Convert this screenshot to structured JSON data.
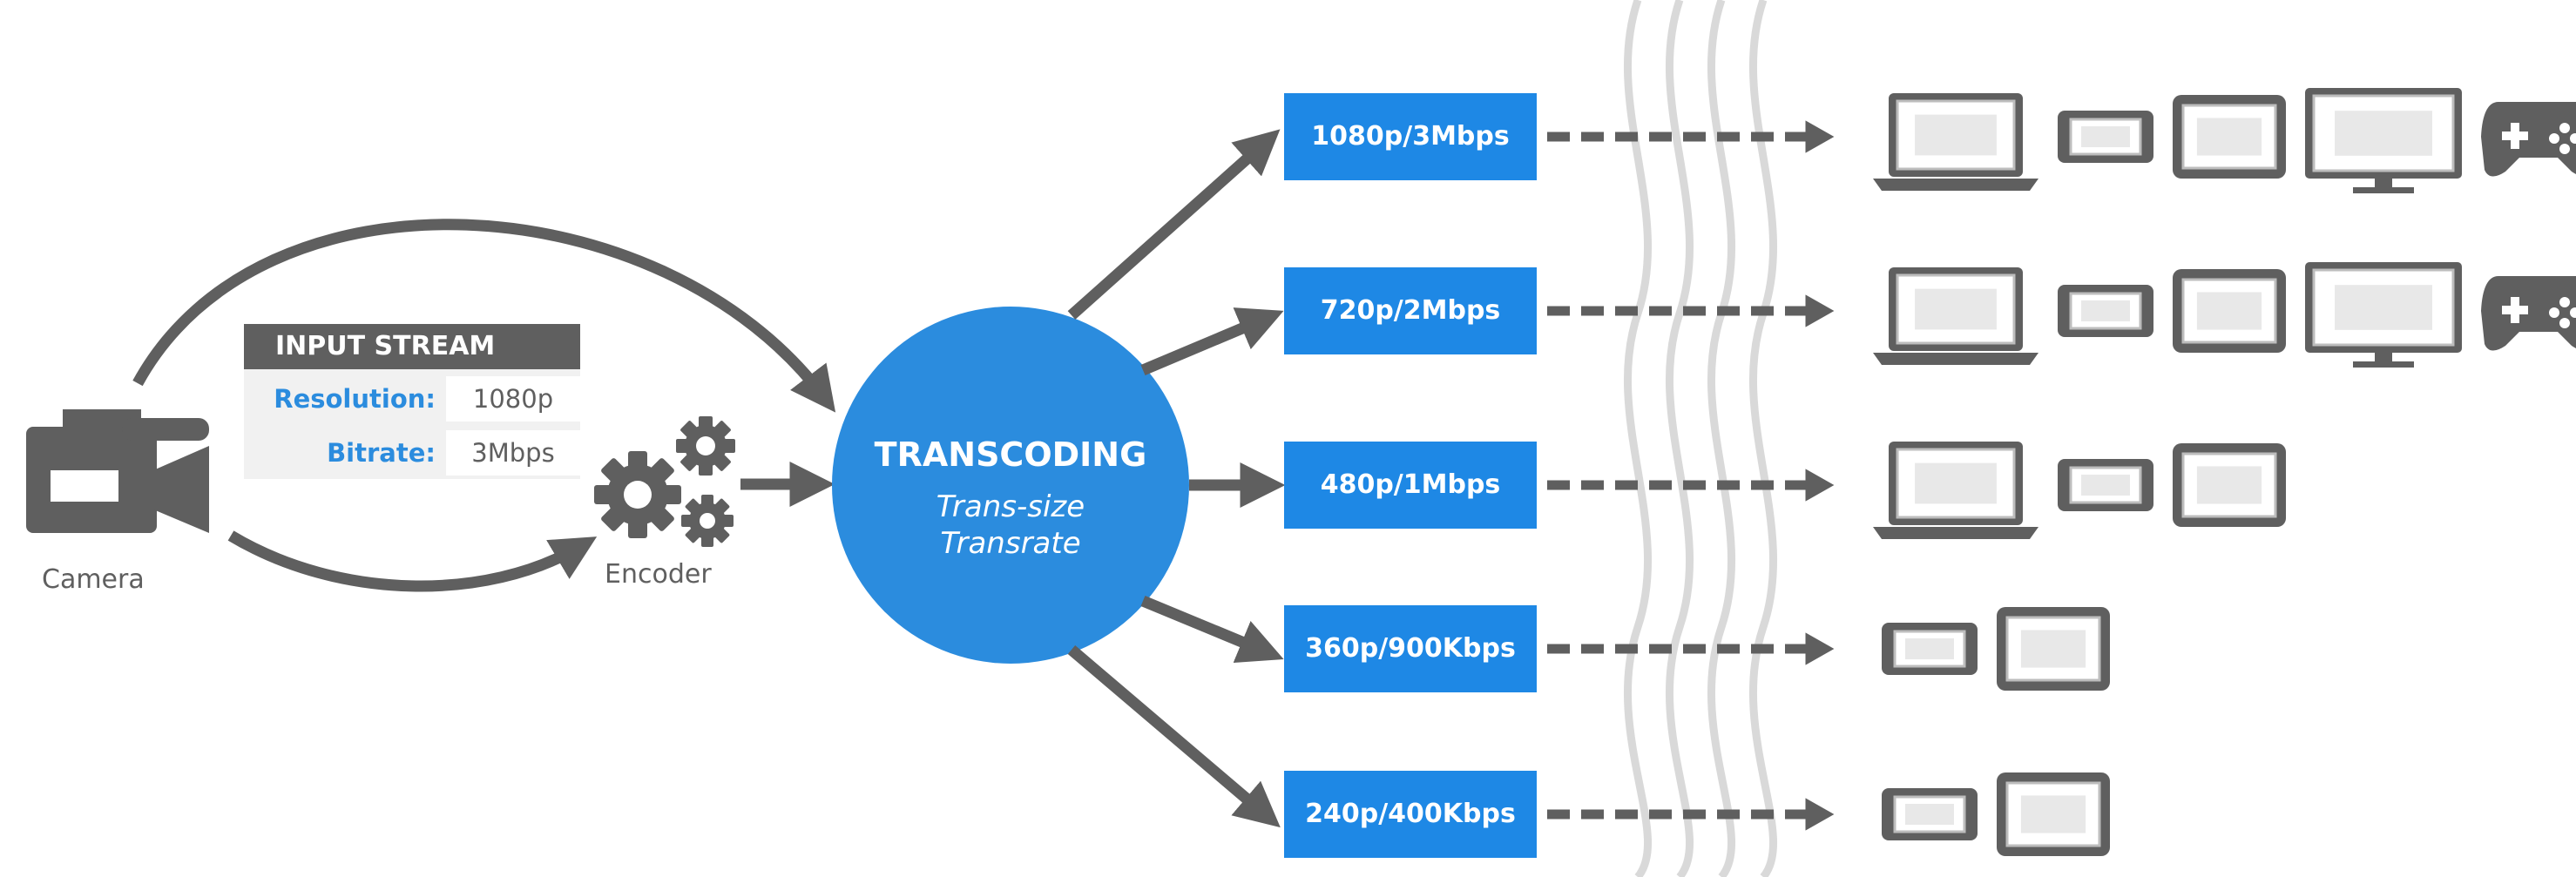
{
  "source": {
    "label": "Camera",
    "icon": "video-camera-icon"
  },
  "encoder": {
    "label": "Encoder",
    "icon": "gears-icon"
  },
  "input_stream": {
    "title": "INPUT STREAM",
    "rows": [
      {
        "key": "Resolution:",
        "value": "1080p"
      },
      {
        "key": "Bitrate:",
        "value": "3Mbps"
      }
    ]
  },
  "transcoding": {
    "title": "TRANSCODING",
    "subtitle_lines": [
      "Trans-size",
      "Transrate"
    ]
  },
  "outputs": [
    {
      "label": "1080p/3Mbps",
      "devices": [
        "laptop",
        "phone",
        "tablet",
        "monitor",
        "gamepad"
      ]
    },
    {
      "label": "720p/2Mbps",
      "devices": [
        "laptop",
        "phone",
        "tablet",
        "monitor",
        "gamepad"
      ]
    },
    {
      "label": "480p/1Mbps",
      "devices": [
        "laptop",
        "phone",
        "tablet"
      ]
    },
    {
      "label": "360p/900Kbps",
      "devices": [
        "phone",
        "tablet"
      ]
    },
    {
      "label": "240p/400Kbps",
      "devices": [
        "phone",
        "tablet"
      ]
    }
  ],
  "colors": {
    "accent_blue": "#1e88e5",
    "circle_blue": "#2b8cde",
    "gray_dark": "#5f5f5f",
    "gray_light": "#bdbdbd",
    "panel_bg": "#f1f1f1"
  }
}
